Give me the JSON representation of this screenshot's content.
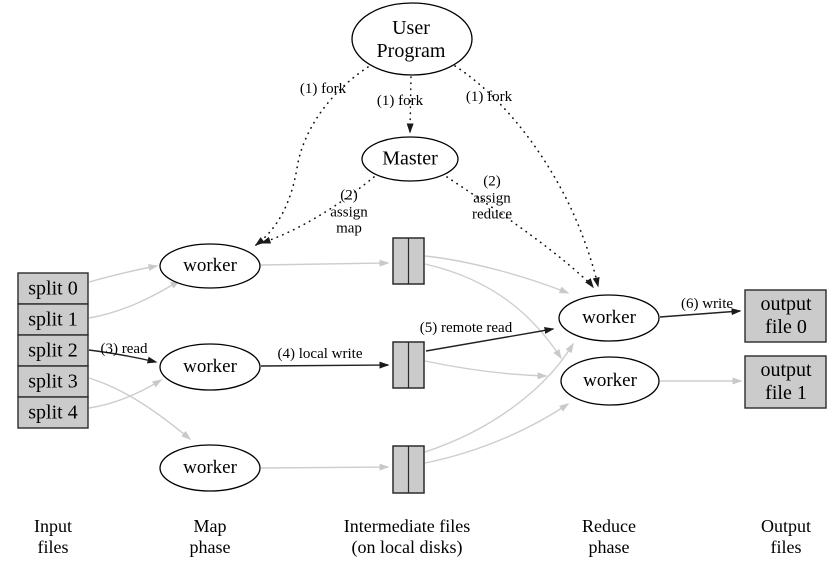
{
  "nodes": {
    "user_program": "User\nProgram",
    "master": "Master",
    "map_workers": [
      "worker",
      "worker",
      "worker"
    ],
    "reduce_workers": [
      "worker",
      "worker"
    ],
    "splits": [
      "split 0",
      "split 1",
      "split 2",
      "split 3",
      "split 4"
    ],
    "output_files": [
      "output\nfile 0",
      "output\nfile 1"
    ]
  },
  "edge_labels": {
    "fork_left": "(1) fork",
    "fork_middle": "(1) fork",
    "fork_right": "(1) fork",
    "assign_map": "(2)\nassign\nmap",
    "assign_reduce": "(2)\nassign\nreduce",
    "read": "(3) read",
    "local_write": "(4) local write",
    "remote_read": "(5) remote read",
    "write": "(6) write"
  },
  "phase_labels": {
    "input": "Input\nfiles",
    "map": "Map\nphase",
    "intermediate": "Intermediate files\n(on local disks)",
    "reduce": "Reduce\nphase",
    "output": "Output\nfiles"
  },
  "colors": {
    "box_fill": "#cbcbcb",
    "box_border": "#2b2b2b",
    "gray_arrow": "#cdcdcd",
    "black_arrow": "#222222",
    "background": "#ffffff"
  }
}
